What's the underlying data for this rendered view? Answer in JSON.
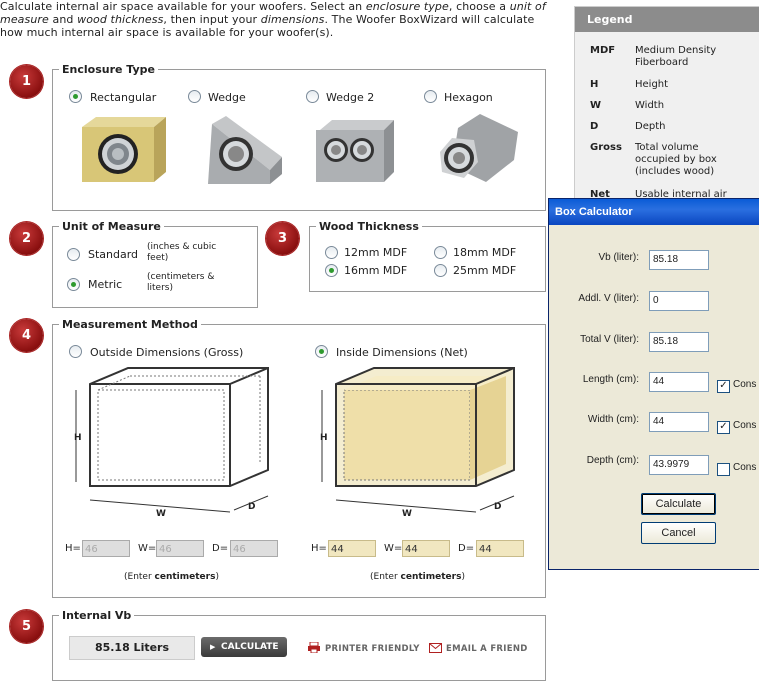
{
  "intro": {
    "p1": "Calculate internal air space available for your woofers. Select an ",
    "i1": "enclosure type",
    "p2": ", choose a ",
    "i2": "unit of measure",
    "p3": " and ",
    "i3": "wood thickness",
    "p4": ", then input your ",
    "i4": "dimensions",
    "p5": ". The Woofer BoxWizard will calculate how much internal air space is available for your woofer(s)."
  },
  "steps": [
    "1",
    "2",
    "3",
    "4",
    "5"
  ],
  "enclosure": {
    "legend": "Enclosure Type",
    "options": [
      "Rectangular",
      "Wedge",
      "Wedge 2",
      "Hexagon"
    ],
    "selected": "Rectangular"
  },
  "unit": {
    "legend": "Unit of Measure",
    "options": [
      {
        "label": "Standard",
        "note": "(inches & cubic feet)"
      },
      {
        "label": "Metric",
        "note": "(centimeters & liters)"
      }
    ],
    "selected": "Metric"
  },
  "wood": {
    "legend": "Wood Thickness",
    "options": [
      "12mm MDF",
      "18mm MDF",
      "16mm MDF",
      "25mm MDF"
    ],
    "selected": "16mm MDF"
  },
  "method": {
    "legend": "Measurement Method",
    "outside_label": "Outside Dimensions (Gross)",
    "inside_label": "Inside Dimensions (Net)",
    "selected": "Inside Dimensions (Net)",
    "dim_h": "H",
    "dim_w": "W",
    "dim_d": "D",
    "outside": {
      "h": "46",
      "w": "46",
      "d": "46"
    },
    "inside": {
      "h": "44",
      "w": "44",
      "d": "44"
    },
    "field_h": "H=",
    "field_w": "W=",
    "field_d": "D=",
    "enter_prefix": "(Enter ",
    "enter_unit": "centimeters",
    "enter_suffix": ")"
  },
  "vb": {
    "legend": "Internal Vb",
    "result": "85.18 Liters",
    "calculate": "CALCULATE",
    "printer": "PRINTER FRIENDLY",
    "email": "EMAIL A FRIEND"
  },
  "legend_panel": {
    "title": "Legend",
    "rows": [
      {
        "k": "MDF",
        "v": "Medium Density Fiberboard"
      },
      {
        "k": "H",
        "v": "Height"
      },
      {
        "k": "W",
        "v": "Width"
      },
      {
        "k": "D",
        "v": "Depth"
      },
      {
        "k": "Gross",
        "v": "Total volume occupied by box (includes wood)"
      },
      {
        "k": "Net",
        "v": "Usable internal air"
      }
    ]
  },
  "dialog": {
    "title": "Box Calculator",
    "fields": [
      {
        "label": "Vb (liter):",
        "value": "85.18"
      },
      {
        "label": "Addl. V (liter):",
        "value": "0"
      },
      {
        "label": "Total V (liter):",
        "value": "85.18"
      },
      {
        "label": "Length (cm):",
        "value": "44",
        "check": true,
        "check_label": "Cons"
      },
      {
        "label": "Width (cm):",
        "value": "44",
        "check": true,
        "check_label": "Cons"
      },
      {
        "label": "Depth (cm):",
        "value": "43.9979",
        "check": false,
        "check_label": "Cons"
      }
    ],
    "calculate": "Calculate",
    "cancel": "Cancel"
  },
  "colors": {
    "accent_red": "#9b1515",
    "inside_fill": "#f1e7c0",
    "dialog_title": "#0a5bd6"
  }
}
